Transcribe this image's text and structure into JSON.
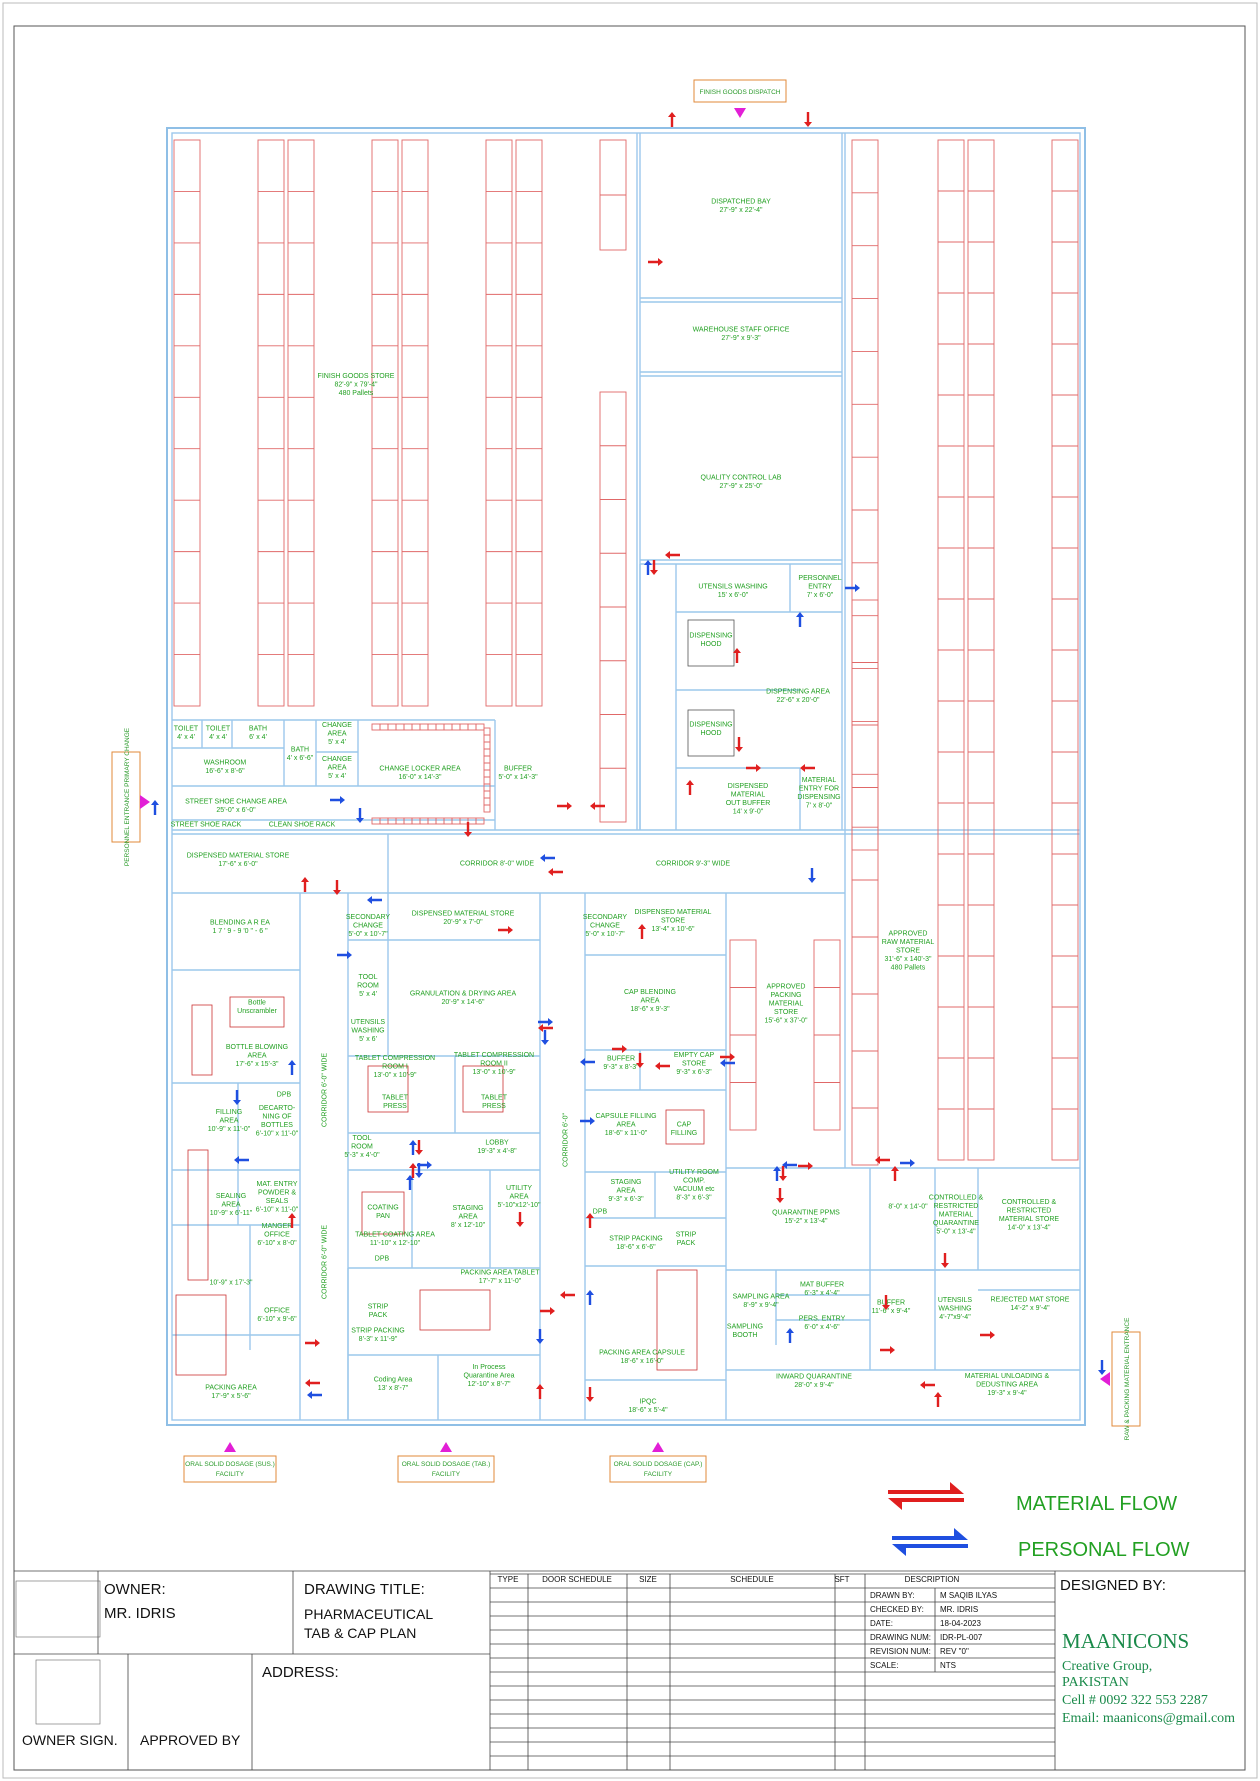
{
  "rooms": [
    {
      "id": "finish-goods-store",
      "lines": [
        "FINISH GOODS STORE",
        "82'-9\" x 79'-4\"",
        "480 Pallets"
      ]
    },
    {
      "id": "dispatched-bay",
      "lines": [
        "DISPATCHED BAY",
        "27'-9\" x 22'-4\""
      ]
    },
    {
      "id": "warehouse-staff-office",
      "lines": [
        "WAREHOUSE STAFF OFFICE",
        "27'-9\" x 9'-3\""
      ]
    },
    {
      "id": "quality-control-lab",
      "lines": [
        "QUALITY CONTROL LAB",
        "27'-9\" x 25'-0\""
      ]
    },
    {
      "id": "utensils-washing-top",
      "lines": [
        "UTENSILS WASHING",
        "15' x 6'-0\""
      ]
    },
    {
      "id": "personnel-entry",
      "lines": [
        "PERSONNEL",
        "ENTRY",
        "7' x 6'-0\""
      ]
    },
    {
      "id": "dispensing-hood-1",
      "lines": [
        "DISPENSING",
        "HOOD"
      ]
    },
    {
      "id": "dispensing-hood-2",
      "lines": [
        "DISPENSING",
        "HOOD"
      ]
    },
    {
      "id": "dispensing-area",
      "lines": [
        "DISPENSING AREA",
        "22'-6\" x 20'-0\""
      ]
    },
    {
      "id": "dispensed-material-out-buffer",
      "lines": [
        "DISPENSED",
        "MATERIAL",
        "OUT BUFFER",
        "14' x 9'-0\""
      ]
    },
    {
      "id": "material-entry-dispensing",
      "lines": [
        "MATERIAL",
        "ENTRY FOR",
        "DISPENSING",
        "7' x 8'-0\""
      ]
    },
    {
      "id": "toilet-1",
      "lines": [
        "TOILET",
        "4' x 4'"
      ]
    },
    {
      "id": "toilet-2",
      "lines": [
        "TOILET",
        "4' x 4'"
      ]
    },
    {
      "id": "bath-1",
      "lines": [
        "BATH",
        "6' x 4'"
      ]
    },
    {
      "id": "bath-2",
      "lines": [
        "BATH",
        "4' x 6'-6\""
      ]
    },
    {
      "id": "washroom",
      "lines": [
        "WASHROOM",
        "16'-6\" x 8'-6\""
      ]
    },
    {
      "id": "change-area-1",
      "lines": [
        "CHANGE",
        "AREA",
        "5' x 4'"
      ]
    },
    {
      "id": "change-area-2",
      "lines": [
        "CHANGE",
        "AREA",
        "5' x 4'"
      ]
    },
    {
      "id": "change-locker-area",
      "lines": [
        "CHANGE LOCKER AREA",
        "16'-0\" x 14'-3\""
      ]
    },
    {
      "id": "buffer-top",
      "lines": [
        "BUFFER",
        "5'-0\" x 14'-3\""
      ]
    },
    {
      "id": "street-shoe-change",
      "lines": [
        "STREET SHOE CHANGE AREA",
        "25'-0\" x 6'-0\""
      ]
    },
    {
      "id": "street-shoe-rack",
      "lines": [
        "STREET SHOE RACK"
      ]
    },
    {
      "id": "clean-shoe-rack",
      "lines": [
        "CLEAN SHOE RACK"
      ]
    },
    {
      "id": "dispensed-material-store-left",
      "lines": [
        "DISPENSED MATERIAL STORE",
        "17'-6\" x 6'-0\""
      ]
    },
    {
      "id": "corridor-8",
      "lines": [
        "CORRIDOR 8'-0\" WIDE"
      ]
    },
    {
      "id": "corridor-9",
      "lines": [
        "CORRIDOR 9'-3\" WIDE"
      ]
    },
    {
      "id": "blending-area",
      "lines": [
        "BLENDING  A R EA",
        "1  7 ' 9 -  9 '0 \"  -  6 \""
      ]
    },
    {
      "id": "secondary-change-1",
      "lines": [
        "SECONDARY",
        "CHANGE",
        "5'-0\" x 10'-7\""
      ]
    },
    {
      "id": "dispensed-material-store-mid",
      "lines": [
        "DISPENSED MATERIAL STORE",
        "20'-9\" x 7'-0\""
      ]
    },
    {
      "id": "secondary-change-2",
      "lines": [
        "SECONDARY",
        "CHANGE",
        "5'-0\" x 10'-7\""
      ]
    },
    {
      "id": "dispensed-material-store-right",
      "lines": [
        "DISPENSED MATERIAL",
        "STORE",
        "13'-4\" x 10'-6\""
      ]
    },
    {
      "id": "tool-room",
      "lines": [
        "TOOL",
        "ROOM",
        "5' x 4'"
      ]
    },
    {
      "id": "utensils-washing-mid",
      "lines": [
        "UTENSILS",
        "WASHING",
        "5' x 6'"
      ]
    },
    {
      "id": "granulation-drying",
      "lines": [
        "GRANULATION & DRYING AREA",
        "20'-9\" x 14'-6\""
      ]
    },
    {
      "id": "cap-blending",
      "lines": [
        "CAP BLENDING",
        "AREA",
        "18'-6\" x 9'-3\""
      ]
    },
    {
      "id": "approved-packing-material-store",
      "lines": [
        "APPROVED",
        "PACKING",
        "MATERIAL",
        "STORE",
        "15'-6\" x 37'-0\""
      ]
    },
    {
      "id": "approved-raw-material-store",
      "lines": [
        "APPROVED",
        "RAW MATERIAL",
        "STORE",
        "31'-6\" x 140'-3\"",
        "480 Pallets"
      ]
    },
    {
      "id": "bottle-unscrambler",
      "lines": [
        "Bottle",
        "Unscrambler"
      ]
    },
    {
      "id": "bottle-blowing",
      "lines": [
        "BOTTLE BLOWING",
        "AREA",
        "17'-6\" x 15'-3\""
      ]
    },
    {
      "id": "corridor-6-left",
      "lines": [
        "CORRIDOR 6'-0\" WIDE"
      ]
    },
    {
      "id": "tablet-compression-1",
      "lines": [
        "TABLET COMPRESSION",
        "ROOM I",
        "13'-0\" x 10'-9\""
      ]
    },
    {
      "id": "tablet-press-1",
      "lines": [
        "TABLET",
        "PRESS"
      ]
    },
    {
      "id": "tablet-compression-2",
      "lines": [
        "TABLET COMPRESSION",
        "ROOM II",
        "13'-0\" x 10'-9\""
      ]
    },
    {
      "id": "tablet-press-2",
      "lines": [
        "TABLET",
        "PRESS"
      ]
    },
    {
      "id": "corridor-mid",
      "lines": [
        "CORRIDOR 6'-0\""
      ]
    },
    {
      "id": "buffer-mid",
      "lines": [
        "BUFFER",
        "9'-3\" x 8'-3\""
      ]
    },
    {
      "id": "empty-cap-store",
      "lines": [
        "EMPTY CAP",
        "STORE",
        "9'-3\" x 6'-3\""
      ]
    },
    {
      "id": "capsule-filling",
      "lines": [
        "CAPSULE FILLING",
        "AREA",
        "18'-6\" x 11'-0\""
      ]
    },
    {
      "id": "cap-filling",
      "lines": [
        "CAP",
        "FILLING"
      ]
    },
    {
      "id": "filling-area",
      "lines": [
        "FILLING",
        "AREA",
        "10'-9\" x 11'-0\""
      ]
    },
    {
      "id": "decartoning",
      "lines": [
        "DECARTO-",
        "NING OF",
        "BOTTLES",
        "6'-10\" x 11'-0\""
      ]
    },
    {
      "id": "dpb-1",
      "lines": [
        "DPB"
      ]
    },
    {
      "id": "tool-room-2",
      "lines": [
        "TOOL",
        "ROOM",
        "5'-3\" x 4'-0\""
      ]
    },
    {
      "id": "lobby",
      "lines": [
        "LOBBY",
        "19'-3\" x 4'-8\""
      ]
    },
    {
      "id": "staging-cap",
      "lines": [
        "STAGING",
        "AREA",
        "9'-3\" x 6'-3\""
      ]
    },
    {
      "id": "utility-room",
      "lines": [
        "UTILITY ROOM",
        "COMP.",
        "VACUUM etc",
        "8'-3\" x 6'-3\""
      ]
    },
    {
      "id": "dpb-cap",
      "lines": [
        "DPB"
      ]
    },
    {
      "id": "sealing-area",
      "lines": [
        "SEALING",
        "AREA",
        "10'-9\" x 6'-11\""
      ]
    },
    {
      "id": "mat-entry-powder",
      "lines": [
        "MAT. ENTRY",
        "POWDER &",
        "SEALS",
        "6'-10\" x 11'-0\""
      ]
    },
    {
      "id": "coating-pan",
      "lines": [
        "COATING",
        "PAN"
      ]
    },
    {
      "id": "tablet-coating-area",
      "lines": [
        "TABLET COATING AREA",
        "11'-10\" x 12'-10\""
      ]
    },
    {
      "id": "staging-tab",
      "lines": [
        "STAGING",
        "AREA",
        "8' x 12'-10\""
      ]
    },
    {
      "id": "utility-area",
      "lines": [
        "UTILITY",
        "AREA",
        "5'-10\"x12'-10\""
      ]
    },
    {
      "id": "strip-packing-cap",
      "lines": [
        "STRIP PACKING",
        "18'-6\" x 6'-6\""
      ]
    },
    {
      "id": "strip-pack-cap",
      "lines": [
        "STRIP",
        "PACK"
      ]
    },
    {
      "id": "quarantine-ppms",
      "lines": [
        "QUARANTINE PPMS",
        "15'-2\" x 13'-4\""
      ]
    },
    {
      "id": "small-store",
      "lines": [
        "8'-0\" x 14'-0\""
      ]
    },
    {
      "id": "controlled-restricted-1",
      "lines": [
        "CONTROLLED &",
        "RESTRICTED",
        "MATERIAL",
        "QUARANTINE",
        "5'-0\" x 13'-4\""
      ]
    },
    {
      "id": "controlled-restricted-2",
      "lines": [
        "CONTROLLED &",
        "RESTRICTED",
        "MATERIAL STORE",
        "14'-0\" x 13'-4\""
      ]
    },
    {
      "id": "manger-office",
      "lines": [
        "MANGER",
        "OFFICE",
        "6'-10\" x 8'-0\""
      ]
    },
    {
      "id": "office",
      "lines": [
        "OFFICE",
        "6'-10\" x 9'-6\""
      ]
    },
    {
      "id": "corridor-6-right",
      "lines": [
        "CORRIDOR 6'-0\" WIDE"
      ]
    },
    {
      "id": "dpb-tab",
      "lines": [
        "DPB"
      ]
    },
    {
      "id": "packing-area-tablet",
      "lines": [
        "PACKING AREA TABLET",
        "17'-7\" x 11'-0\""
      ]
    },
    {
      "id": "strip-pack-tab",
      "lines": [
        "STRIP",
        "PACK"
      ]
    },
    {
      "id": "strip-packing-tab",
      "lines": [
        "STRIP PACKING",
        "8'-3\" x 11'-9\""
      ]
    },
    {
      "id": "sampling-area",
      "lines": [
        "SAMPLING AREA",
        "8'-9\" x 9'-4\""
      ]
    },
    {
      "id": "mat-buffer",
      "lines": [
        "MAT BUFFER",
        "6'-3\" x 4'-4\""
      ]
    },
    {
      "id": "pers-entry",
      "lines": [
        "PERS. ENTRY",
        "6'-0\" x 4'-6\""
      ]
    },
    {
      "id": "sampling-booth",
      "lines": [
        "SAMPLING",
        "BOOTH"
      ]
    },
    {
      "id": "buffer-low",
      "lines": [
        "BUFFER",
        "11'-6\" x 9'-4\""
      ]
    },
    {
      "id": "utensils-washing-low",
      "lines": [
        "UTENSILS",
        "WASHING",
        "4'-7\"x9'-4\""
      ]
    },
    {
      "id": "rejected-mat-store",
      "lines": [
        "REJECTED MAT STORE",
        "14'-2\" x 9'-4\""
      ]
    },
    {
      "id": "labelling",
      "lines": [
        "10'-9\" x 17'-3\""
      ]
    },
    {
      "id": "packing-area-left",
      "lines": [
        "PACKING AREA",
        "17'-9\" x 5'-6\""
      ]
    },
    {
      "id": "coding-area",
      "lines": [
        "Coding Area",
        "13' x 8'-7\""
      ]
    },
    {
      "id": "in-process-quarantine",
      "lines": [
        "In Process",
        "Quarantine Area",
        "12'-10\" x 8'-7\""
      ]
    },
    {
      "id": "packing-area-capsule",
      "lines": [
        "PACKING AREA CAPSULE",
        "18'-6\" x 16'-0\""
      ]
    },
    {
      "id": "ipqc",
      "lines": [
        "IPQC",
        "18'-6\" x 5'-4\""
      ]
    },
    {
      "id": "inward-quarantine",
      "lines": [
        "INWARD QUARANTINE",
        "28'-0\" x 9'-4\""
      ]
    },
    {
      "id": "material-unloading",
      "lines": [
        "MATERIAL UNLOADING &",
        "DEDUSTING AREA",
        "19'-3\" x 9'-4\""
      ]
    }
  ],
  "entrances": {
    "finish_goods_dispatch": "FINISH GOODS DISPATCH",
    "personnel_entrance": "PERSONNEL ENTRANCE PRIMARY CHANGE",
    "raw_packing_material": "RAW & PACKING MATERIAL ENTRANCE",
    "osd_sus": "ORAL SOLID DOSAGE (SUS.) FACILITY",
    "osd_tab": "ORAL SOLID DOSAGE (TAB.) FACILITY",
    "osd_cap": "ORAL SOLID DOSAGE (CAP.) FACILITY"
  },
  "legend": {
    "material_flow": "MATERIAL FLOW",
    "personal_flow": "PERSONAL FLOW",
    "material_color": "#e01f1f",
    "personal_color": "#1f4fe0"
  },
  "title_block": {
    "owner_label": "OWNER:",
    "owner_value": "MR. IDRIS",
    "drawing_title_label": "DRAWING TITLE:",
    "drawing_title_1": "PHARMACEUTICAL",
    "drawing_title_2": "TAB & CAP PLAN",
    "address_label": "ADDRESS:",
    "owner_sign": "OWNER SIGN.",
    "approved_by": "APPROVED BY",
    "col_type": "TYPE",
    "col_door_schedule": "DOOR SCHEDULE",
    "col_size": "SIZE",
    "col_schedule": "SCHEDULE",
    "col_sft": "SFT",
    "col_description": "DESCRIPTION",
    "rows": [
      {
        "k": "DRAWN BY:",
        "v": "M SAQIB ILYAS"
      },
      {
        "k": "CHECKED BY:",
        "v": "MR. IDRIS"
      },
      {
        "k": "DATE:",
        "v": "18-04-2023"
      },
      {
        "k": "DRAWING NUM:",
        "v": "IDR-PL-007"
      },
      {
        "k": "REVISION NUM:",
        "v": "REV \"0\""
      },
      {
        "k": "SCALE:",
        "v": "NTS"
      }
    ],
    "designed_by": "DESIGNED BY:",
    "firm": "MAANICONS",
    "firm_sub": "Creative Group,",
    "country": "PAKISTAN",
    "cell": "Cell # 0092 322 553 2287",
    "email": "Email: maanicons@gmail.com"
  }
}
